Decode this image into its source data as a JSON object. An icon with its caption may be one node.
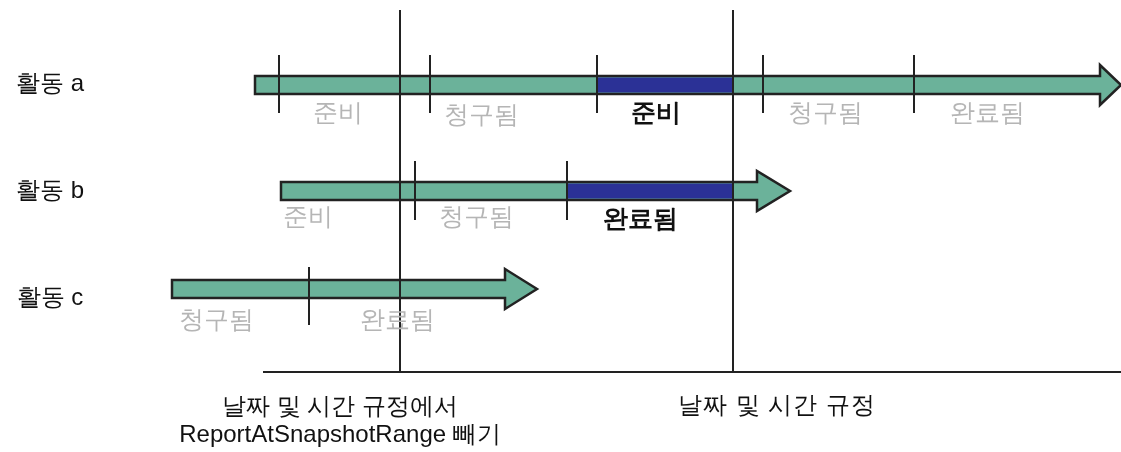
{
  "diagram": {
    "labels": [
      "활동 a",
      "준비",
      "청구됨",
      "준비",
      "청구됨",
      "완료됨",
      "활동 b",
      "준비",
      "청구됨",
      "완료됨",
      "활동 c",
      "청구됨",
      "완료됨",
      "날짜 및 시간 규정에서 ReportAtSnapshotRange 빼기",
      "날짜 및 시간 규정"
    ]
  }
}
